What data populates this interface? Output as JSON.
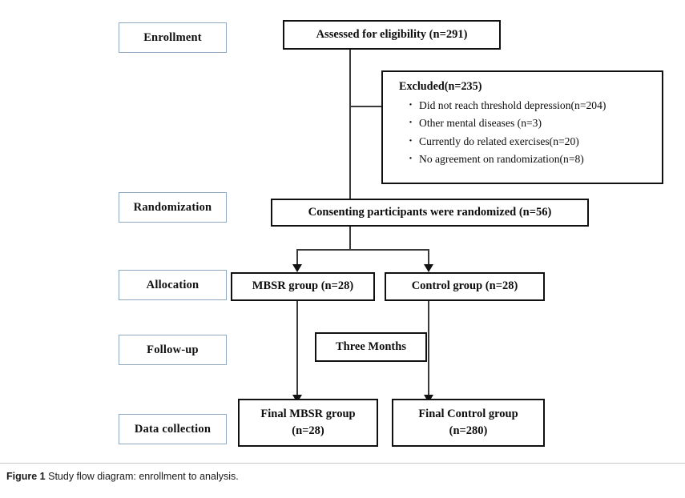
{
  "figure": {
    "caption_label": "Figure 1",
    "caption_text": "Study flow diagram: enrollment to analysis."
  },
  "colors": {
    "stage_label_border": "#8fa8c0",
    "flow_box_border": "#111111",
    "connector": "#3a3a3a",
    "background": "#ffffff"
  },
  "stages": [
    {
      "label": "Enrollment"
    },
    {
      "label": "Randomization"
    },
    {
      "label": "Allocation"
    },
    {
      "label": "Follow-up"
    },
    {
      "label": "Data collection"
    }
  ],
  "nodes": {
    "assessed": "Assessed for eligibility (n=291)",
    "excluded": {
      "title": "Excluded(n=235)",
      "reasons": [
        "Did not reach threshold depression(n=204)",
        "Other mental diseases (n=3)",
        "Currently do related exercises(n=20)",
        "No agreement on randomization(n=8)"
      ]
    },
    "randomized": "Consenting participants were randomized (n=56)",
    "mbsr_group": "MBSR group (n=28)",
    "control_group": "Control group (n=28)",
    "followup": "Three Months",
    "final_mbsr_line1": "Final MBSR group",
    "final_mbsr_line2": "(n=28)",
    "final_control_line1": "Final Control group",
    "final_control_line2": "(n=280)"
  }
}
